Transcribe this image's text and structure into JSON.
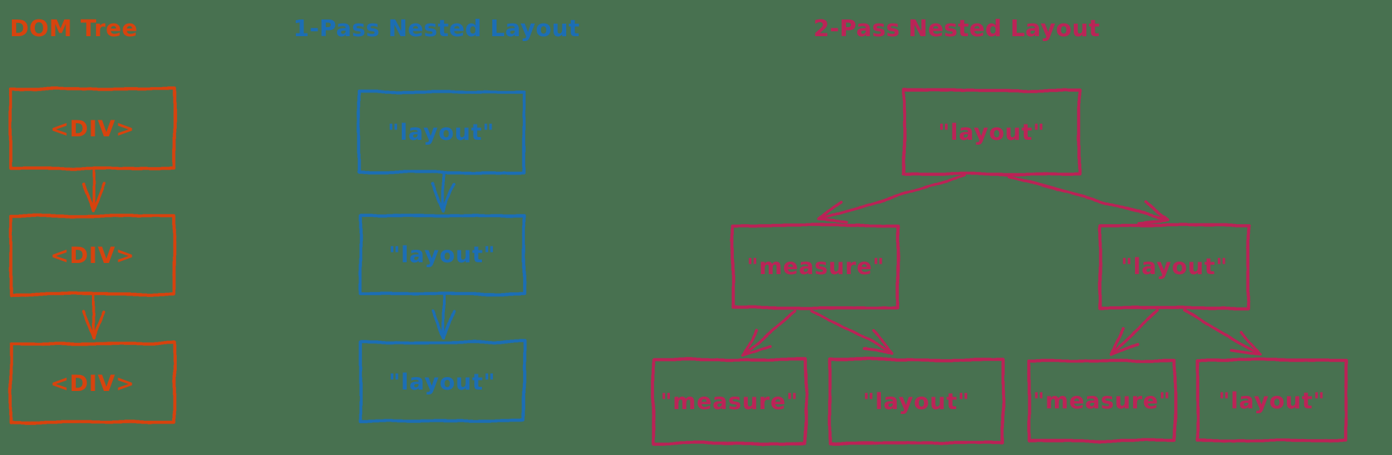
{
  "canvas": {
    "background_color": "#487150",
    "kind": "hand-drawn diagram"
  },
  "diagrams": [
    {
      "id": "dom-tree",
      "title": "DOM Tree",
      "color": "#d7430e",
      "nodes": [
        {
          "id": "div-1",
          "label": "<DIV>"
        },
        {
          "id": "div-2",
          "label": "<DIV>"
        },
        {
          "id": "div-3",
          "label": "<DIV>"
        }
      ],
      "edges": [
        {
          "from": "div-1",
          "to": "div-2"
        },
        {
          "from": "div-2",
          "to": "div-3"
        }
      ]
    },
    {
      "id": "one-pass-nested-layout",
      "title": "1-Pass Nested Layout",
      "color": "#1c6eb5",
      "nodes": [
        {
          "id": "layout-1",
          "label": "\"layout\""
        },
        {
          "id": "layout-2",
          "label": "\"layout\""
        },
        {
          "id": "layout-3",
          "label": "\"layout\""
        }
      ],
      "edges": [
        {
          "from": "layout-1",
          "to": "layout-2"
        },
        {
          "from": "layout-2",
          "to": "layout-3"
        }
      ]
    },
    {
      "id": "two-pass-nested-layout",
      "title": "2-Pass Nested Layout",
      "color": "#bb2457",
      "nodes": [
        {
          "id": "root-layout",
          "label": "\"layout\""
        },
        {
          "id": "mid-measure",
          "label": "\"measure\""
        },
        {
          "id": "mid-layout",
          "label": "\"layout\""
        },
        {
          "id": "leaf-measure-1",
          "label": "\"measure\""
        },
        {
          "id": "leaf-layout-1",
          "label": "\"layout\""
        },
        {
          "id": "leaf-measure-2",
          "label": "\"measure\""
        },
        {
          "id": "leaf-layout-2",
          "label": "\"layout\""
        }
      ],
      "edges": [
        {
          "from": "root-layout",
          "to": "mid-measure"
        },
        {
          "from": "root-layout",
          "to": "mid-layout"
        },
        {
          "from": "mid-measure",
          "to": "leaf-measure-1"
        },
        {
          "from": "mid-measure",
          "to": "leaf-layout-1"
        },
        {
          "from": "mid-layout",
          "to": "leaf-measure-2"
        },
        {
          "from": "mid-layout",
          "to": "leaf-layout-2"
        }
      ]
    }
  ]
}
